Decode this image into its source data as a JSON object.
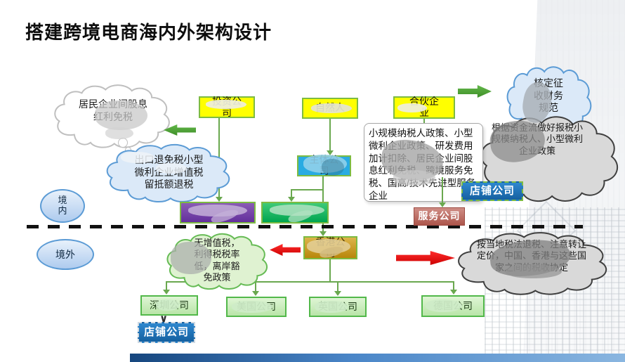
{
  "title": "搭建跨境电商海内外架构设计",
  "regions": {
    "inside": "境内",
    "outside": "境外"
  },
  "nodes": {
    "investment_co": "投资公司",
    "natural_person": "自然人",
    "partnership": "合伙企业",
    "main_co": "主体公司",
    "domestic_co_left": "",
    "domestic_co_right": "",
    "shop_co_right": "店铺公司",
    "service_co": "服务公司",
    "hk_co": "香港公司",
    "shenzhen_co": "深圳公司",
    "us_co": "美国公司",
    "uk_co": "英国公司",
    "germany_co": "德国公司",
    "shop_co_bottom": "店铺公司"
  },
  "clouds": {
    "resident_dividend": "居民企业间股息红利免税",
    "export_tax_refund": "出口退免税小型微利企业增值税留抵额退税",
    "assessed_levy": "核定征收财务规范",
    "fund_flow_policy": "根据资金流做好报税小规模纳税人、小型微利企业政策",
    "offshore_exemption": "无增值税，利得税税率低，离岸豁免政策",
    "tax_treaty": "按当地税法退税、注意转让定价，中国、香港与这些国家之间的税收协定"
  },
  "callout": {
    "text": "小规模纳税人政策、小型微利企业政策、研发费用加计扣除、居民企业间股息红利免税、跨境服务免税、国高/技术先进型服务企业"
  },
  "icons": {
    "down_chevron": "∨"
  },
  "colors": {
    "box_yellow": "#FFFF00",
    "box_cyan": "#29ABE2",
    "box_purple": "#6A3093",
    "box_green": "#00A550",
    "box_gold": "#C9971C",
    "box_lightgreen": "#CDEEC4",
    "shop_blue": "#1C75BC",
    "service_red": "#B75B52",
    "connector_green": "#6AA84F",
    "arrow_green": "#4EA72E",
    "arrow_red": "#FF0000"
  }
}
